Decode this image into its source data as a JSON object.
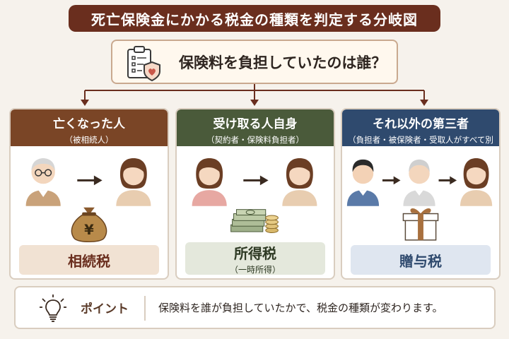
{
  "title": "死亡保険金にかかる税金の種類を判定する分岐図",
  "question": {
    "text": "保険料を負担していたのは誰？",
    "icon": "clipboard-heart-shield-icon"
  },
  "cases": [
    {
      "heading": "亡くなった人",
      "subheading": "（被相続人）",
      "tax": "相続税",
      "tax_note": "",
      "symbol": "¥",
      "icon": "money-bag-icon",
      "color": "#7a4526"
    },
    {
      "heading": "受け取る人自身",
      "subheading": "（契約者・保険料負担者）",
      "tax": "所得税",
      "tax_note": "（一時所得）",
      "icon": "cash-and-coins-icon",
      "color": "#4a5a3a"
    },
    {
      "heading": "それ以外の第三者",
      "subheading": "（負担者・被保険者・受取人がすべて別人）",
      "tax": "贈与税",
      "tax_note": "",
      "icon": "gift-box-icon",
      "color": "#2f4a6e"
    }
  ],
  "point": {
    "label": "ポイント",
    "text": "保険料を誰が負担していたかで、税金の種類が変わります。",
    "icon": "lightbulb-icon"
  }
}
